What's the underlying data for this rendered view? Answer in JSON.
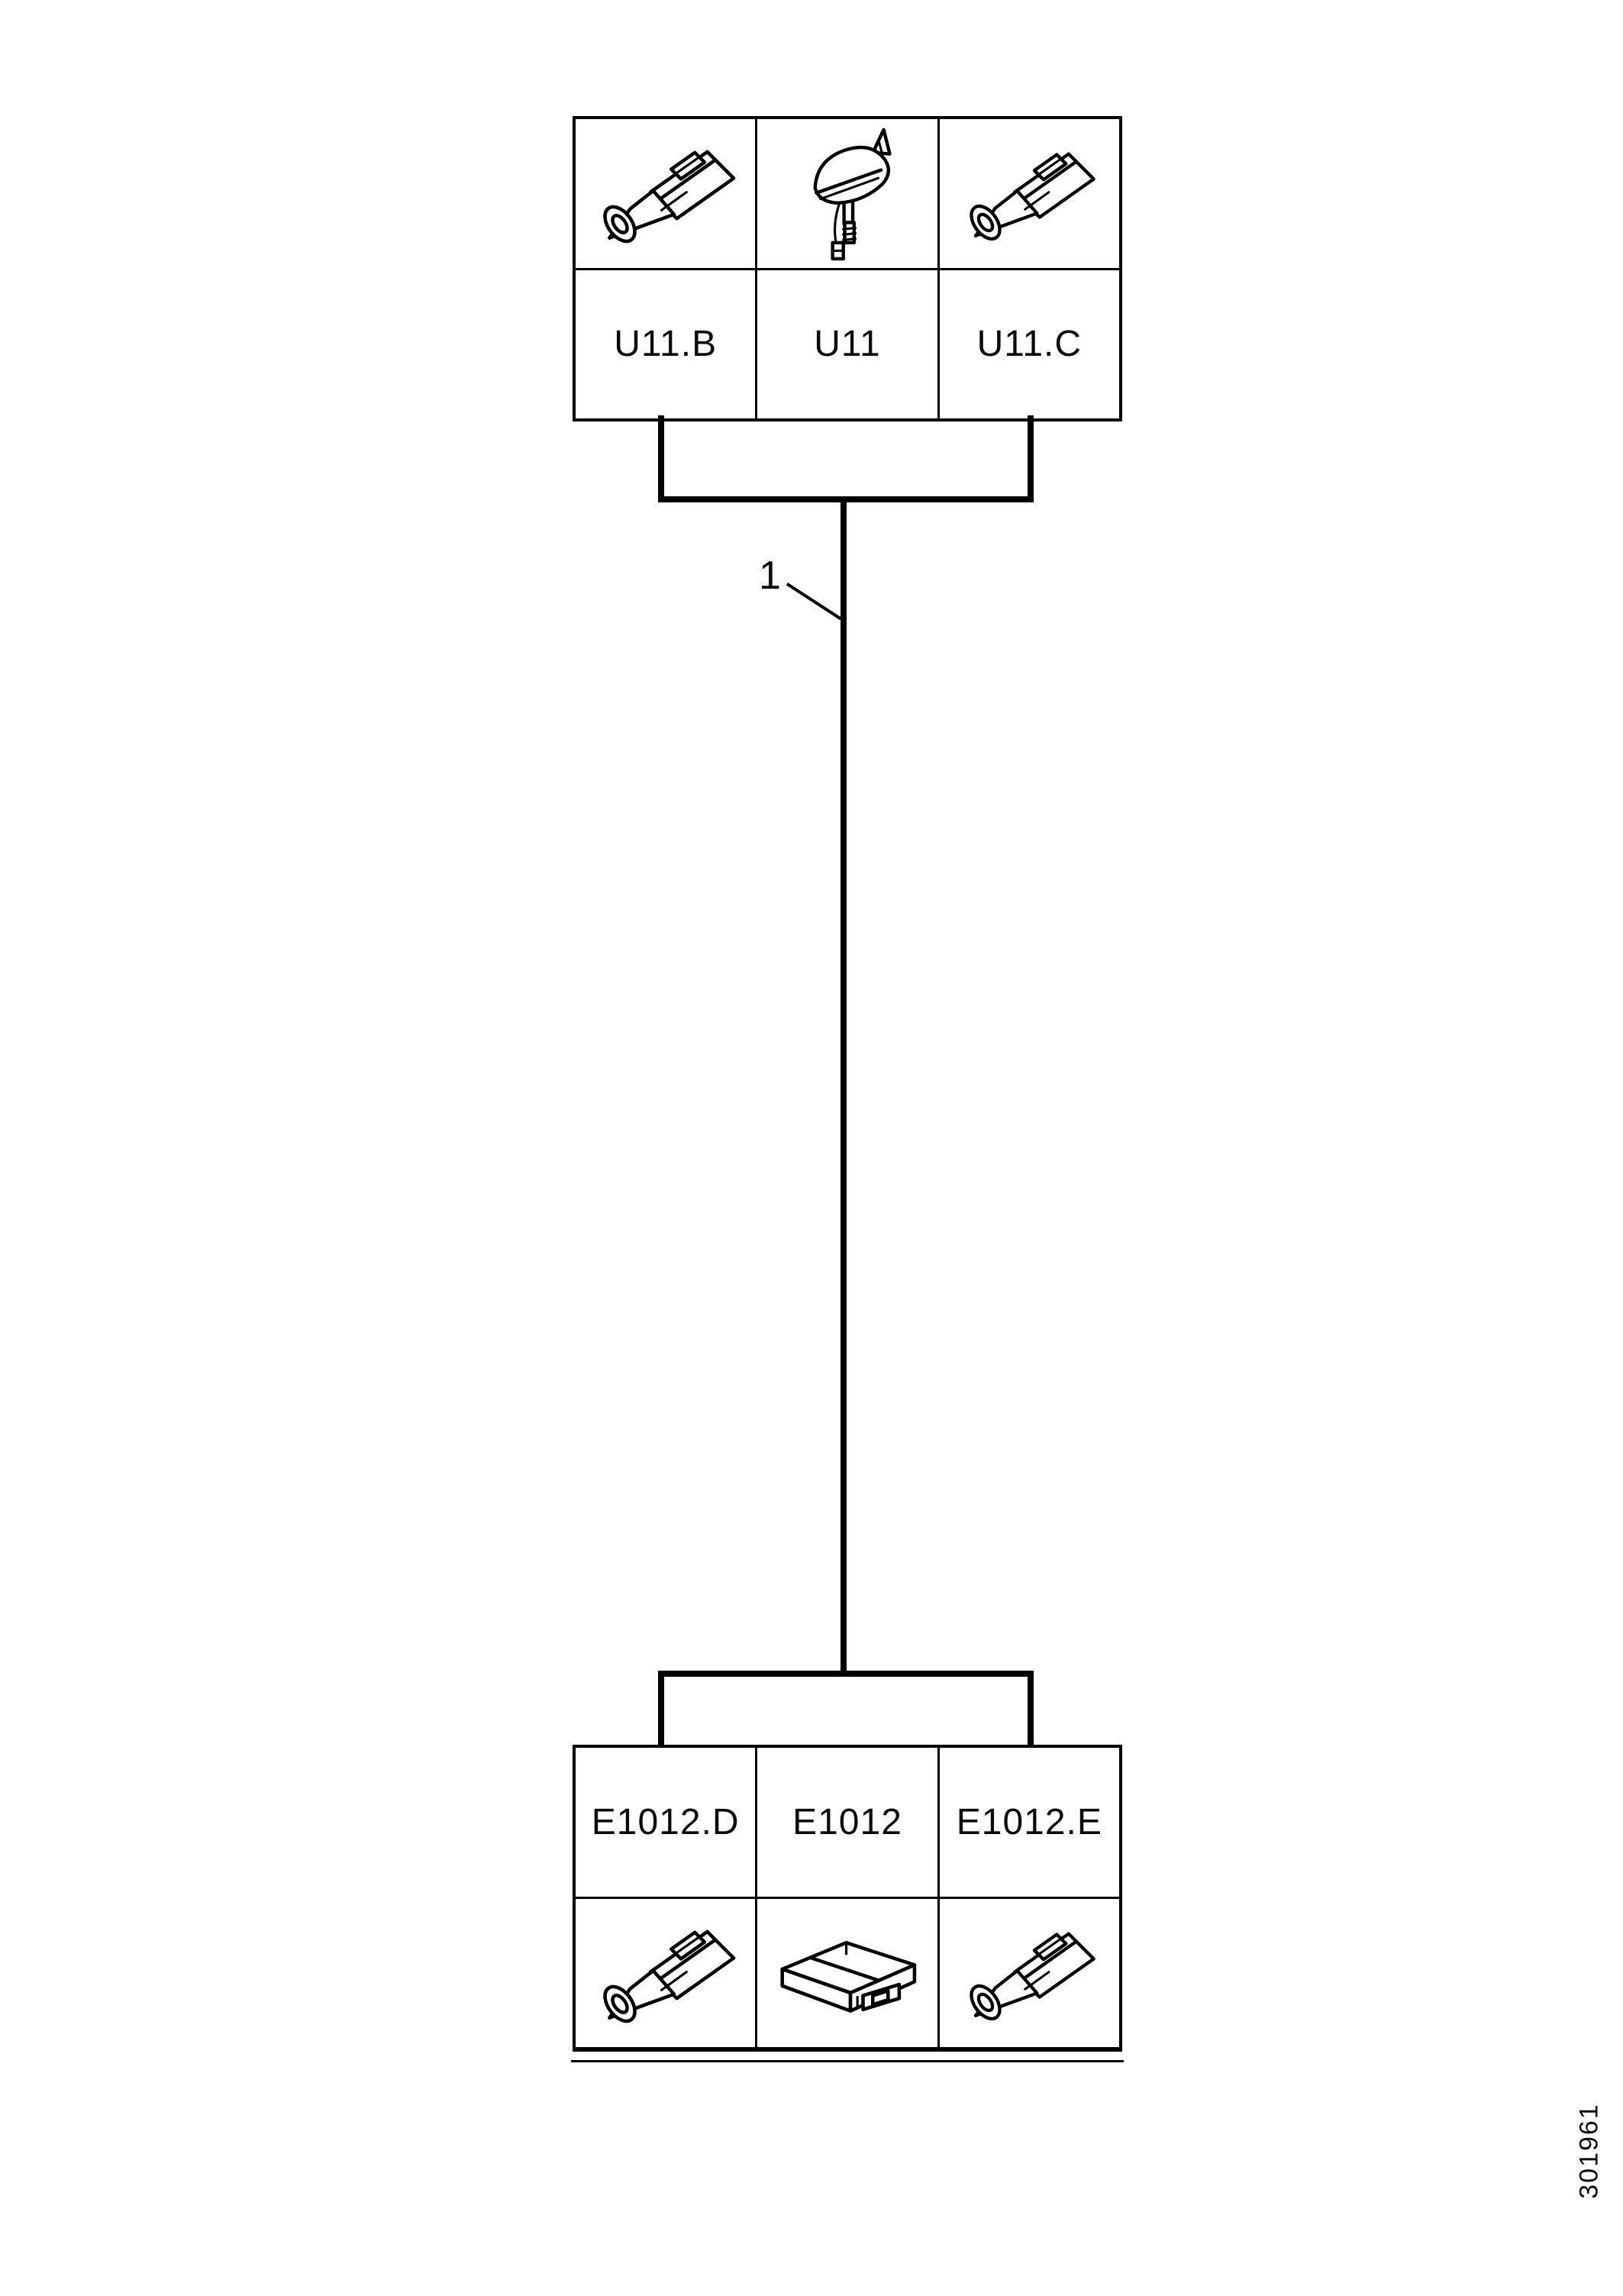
{
  "page": {
    "background": "#ffffff",
    "ink_color": "#000000"
  },
  "diagram": {
    "top_table": {
      "cells": [
        {
          "label": "U11.B",
          "icon": "fakra-connector-icon"
        },
        {
          "label": "U11",
          "icon": "roof-antenna-icon"
        },
        {
          "label": "U11.C",
          "icon": "fakra-connector-icon"
        }
      ]
    },
    "wire": {
      "callout": "1"
    },
    "bottom_table": {
      "cells": [
        {
          "label": "E1012.D",
          "icon": "fakra-connector-icon"
        },
        {
          "label": "E1012",
          "icon": "control-module-icon"
        },
        {
          "label": "E1012.E",
          "icon": "fakra-connector-icon"
        }
      ]
    },
    "document_number": "301961"
  }
}
